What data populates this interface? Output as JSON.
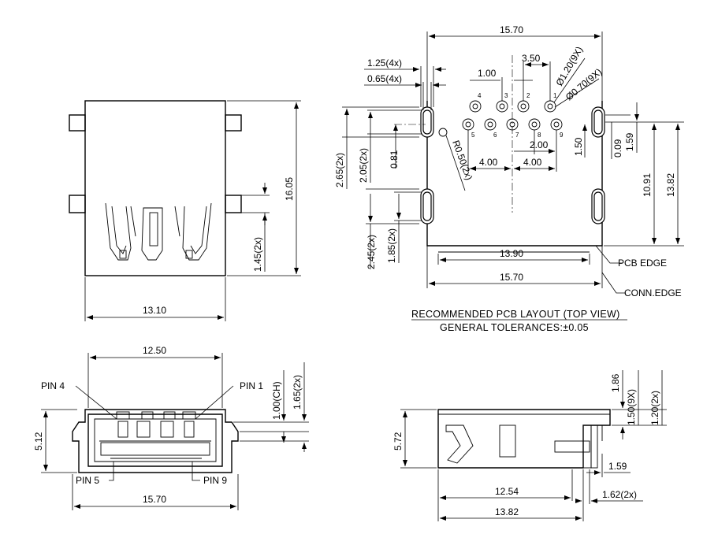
{
  "top_view": {
    "dim_width": "13.10",
    "dim_height": "16.05",
    "dim_peg": "1.45(2x)"
  },
  "front_view": {
    "dim_inner_width": "12.50",
    "dim_outer_width": "15.70",
    "dim_height": "5.12",
    "dim_chamfer": "1.00(CH)",
    "dim_tab": "1.65(2x)",
    "pin_labels": [
      "PIN 4",
      "PIN 1",
      "PIN 5",
      "PIN 9"
    ]
  },
  "pcb_layout": {
    "dim_top_width": "15.70",
    "dim_bottom_width": "15.70",
    "dim_inner_width": "13.90",
    "dim_hole_dia_large": "Ø1.20(9X)",
    "dim_hole_dia_small": "Ø0.70(9X)",
    "dim_pitch_350": "3.50",
    "dim_pitch_100": "1.00",
    "dim_pitch_200": "2.00",
    "dim_pitch_400a": "4.00",
    "dim_pitch_400b": "4.00",
    "dim_slot_125": "1.25(4x)",
    "dim_slot_065": "0.65(4x)",
    "dim_265": "2.65(2x)",
    "dim_205": "2.05(2x)",
    "dim_081": "0.81",
    "dim_radius": "R0.50(2x)",
    "dim_245": "2.45(2x)",
    "dim_185": "1.85(2x)",
    "dim_150": "1.50",
    "dim_009": "0.09",
    "dim_159": "1.59",
    "dim_1091": "10.91",
    "dim_1382": "13.82",
    "label_pcb_edge": "PCB EDGE",
    "label_conn_edge": "CONN.EDGE",
    "pin_numbers": [
      "1",
      "2",
      "3",
      "4",
      "5",
      "6",
      "7",
      "8",
      "9"
    ],
    "title": "RECOMMENDED PCB LAYOUT (TOP VIEW)",
    "subtitle": "GENERAL TOLERANCES:±0.05"
  },
  "side_view": {
    "dim_height": "5.72",
    "dim_186": "1.86",
    "dim_150": "1.50(9X)",
    "dim_120": "1.20(2x)",
    "dim_159": "1.59",
    "dim_1254": "12.54",
    "dim_162": "1.62(2x)",
    "dim_1382": "13.82"
  }
}
